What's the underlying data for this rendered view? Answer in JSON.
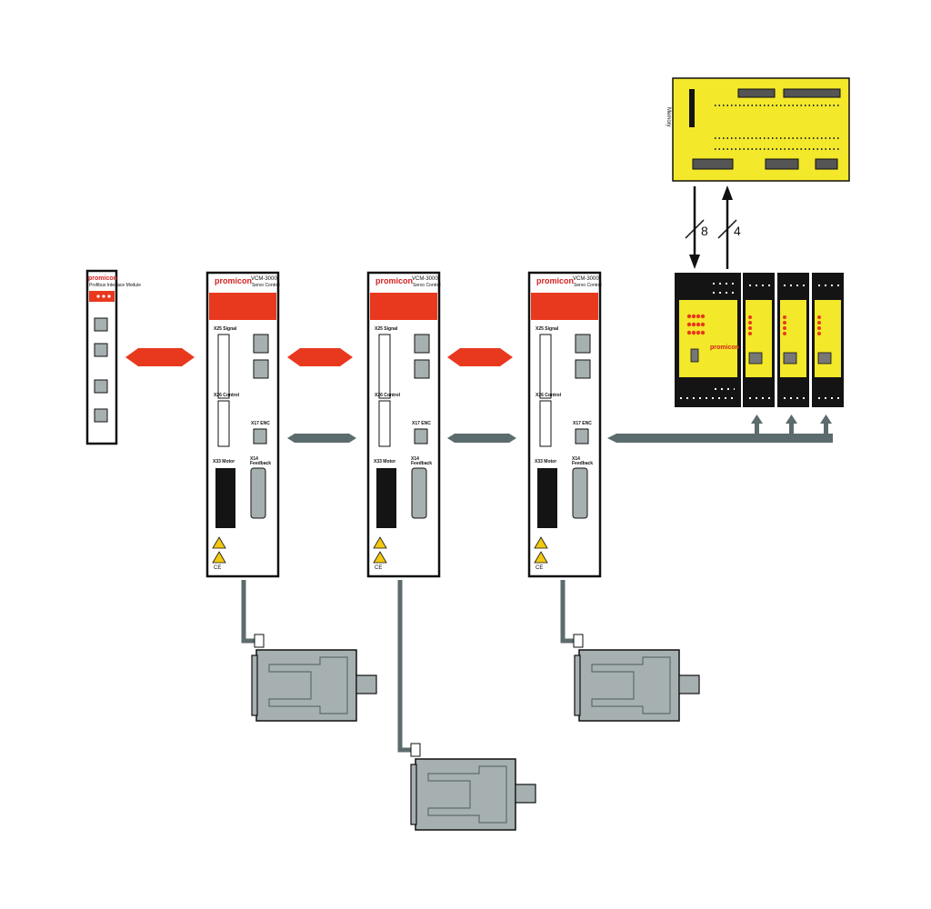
{
  "brand": "promicon",
  "colors": {
    "servo_red": "#e8391f",
    "bus_red": "#e8391f",
    "bus_gray": "#5c6b6d",
    "motor_gray": "#a7b0b1",
    "io_yellow": "#f3e82a",
    "io_black": "#141414",
    "outline": "#111111"
  },
  "interface_module": {
    "brand": "promicon",
    "subtitle": "Profibus Interface Module"
  },
  "servos": [
    {
      "brand": "promicon",
      "model": "VCM-3000",
      "subtitle": "Servo Control",
      "signal": "X25 Signal",
      "control": "X26 Control",
      "x17": "X17 ENC",
      "x33": "X33 Motor",
      "x14": "X14 Feedback",
      "ce": "CE"
    },
    {
      "brand": "promicon",
      "model": "VCM-3000",
      "subtitle": "Servo Control",
      "signal": "X25 Signal",
      "control": "X26 Control",
      "x17": "X17 ENC",
      "x33": "X33 Motor",
      "x14": "X14 Feedback",
      "ce": "CE"
    },
    {
      "brand": "promicon",
      "model": "VCM-3000",
      "subtitle": "Servo Control",
      "signal": "X25 Signal",
      "control": "X26 Control",
      "x17": "X17 ENC",
      "x33": "X33 Motor",
      "x14": "X14 Feedback",
      "ce": "CE"
    }
  ],
  "io_board": {
    "memory": "Memory"
  },
  "bus_widths": {
    "down": "8",
    "up": "4"
  },
  "io_station": {
    "brand": "promicon"
  }
}
